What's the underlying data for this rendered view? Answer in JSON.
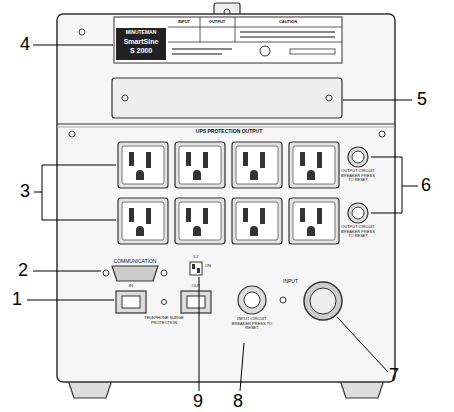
{
  "diagram": {
    "labels": [
      "4",
      "5",
      "3",
      "6",
      "2",
      "1",
      "9",
      "8",
      "7",
      "MINUTEMAN",
      "SmartSine",
      "S 2000",
      "INPUT",
      "OUTPUT",
      "CAUTION",
      "UPS PROTECTION OUTPUT",
      "OUTPUT CIRCUIT BREAKER PRESS TO RESET",
      "OUTPUT CIRCUIT BREAKER PRESS TO RESET",
      "COMMUNICATION",
      "1 2",
      "ON",
      "IN",
      "OUT",
      "TELEPHONE SURGE PROTECTION",
      "INPUT CIRCUIT BREAKER PRESS TO RESET",
      "INPUT"
    ]
  }
}
